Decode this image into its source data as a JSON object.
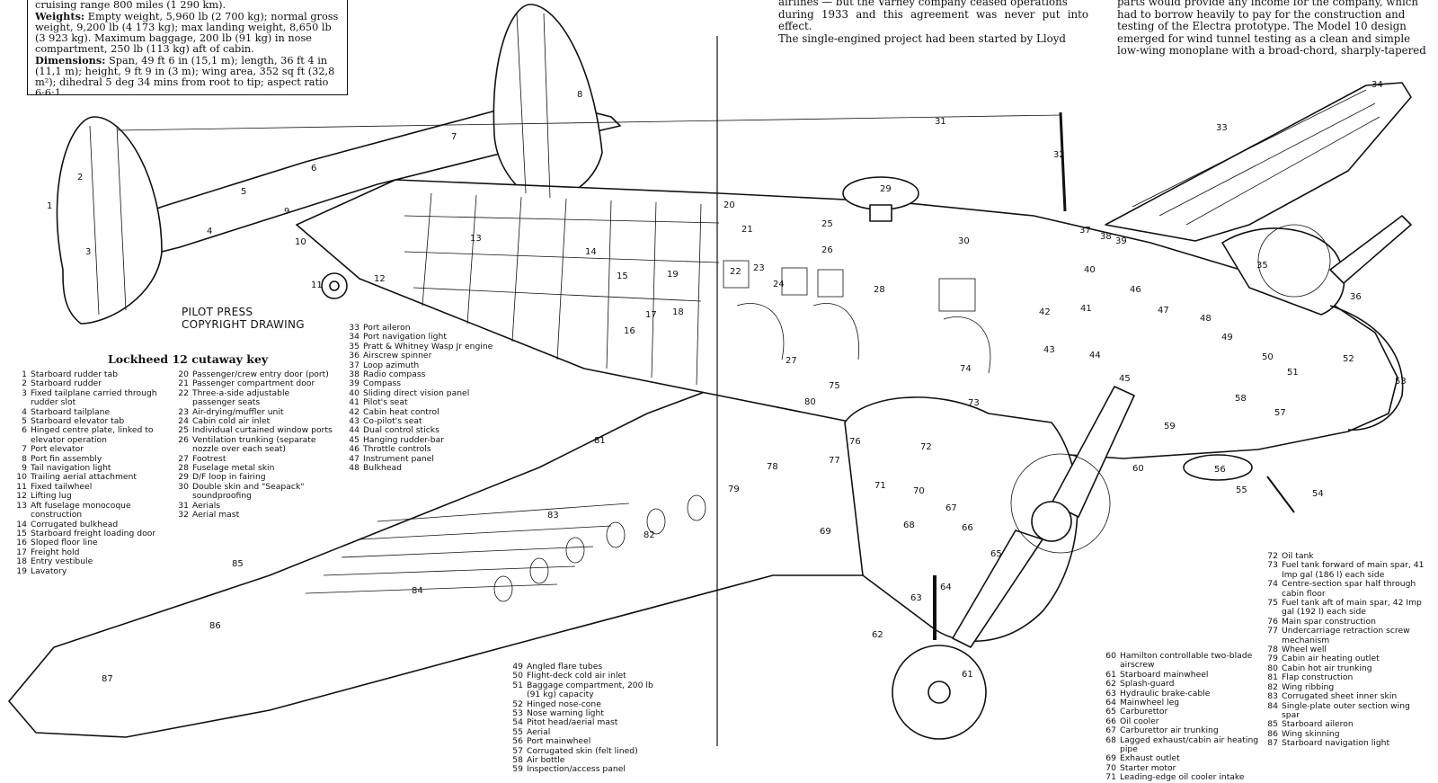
{
  "spec_box": {
    "line0": "cruising range 800 miles (1 290 km).",
    "weights_label": "Weights:",
    "weights_text": "Empty weight, 5,960 lb (2 700 kg); normal gross weight, 9,200 lb (4 173 kg); max landing weight, 8,650 lb (3 923 kg). Maximum baggage, 200 lb (91 kg) in nose compartment, 250 lb (113 kg) aft of cabin.",
    "dimensions_label": "Dimensions:",
    "dimensions_text": "Span, 49 ft 6 in (15,1 m); length, 36 ft 4 in (11,1 m); height, 9 ft 9 in (3 m); wing area, 352 sq ft (32,8 m²); dihedral 5 deg 34 mins from root to tip; aspect ratio 6·6:1."
  },
  "prose_mid": {
    "line1": "airlines — but the Varney company ceased operations",
    "line2": "during 1933 and this agreement was never put into effect.",
    "line3": "The single-engined project had been started by Lloyd"
  },
  "prose_right": {
    "line1": "parts would provide any income for the company, which",
    "line2": "had to borrow heavily to pay for the construction and",
    "line3": "testing of the Electra prototype. The Model 10 design",
    "line4": "emerged for wind tunnel testing as a clean and simple",
    "line5": "low-wing monoplane with a broad-chord, sharply-tapered"
  },
  "credit": {
    "line1": "PILOT PRESS",
    "line2": "COPYRIGHT DRAWING"
  },
  "key_title": "Lockheed 12 cutaway key",
  "key_col1": [
    {
      "n": "1",
      "t": "Starboard rudder tab"
    },
    {
      "n": "2",
      "t": "Starboard rudder"
    },
    {
      "n": "3",
      "t": "Fixed tailplane carried through rudder slot"
    },
    {
      "n": "4",
      "t": "Starboard tailplane"
    },
    {
      "n": "5",
      "t": "Starboard elevator tab"
    },
    {
      "n": "6",
      "t": "Hinged centre plate, linked to elevator operation"
    },
    {
      "n": "7",
      "t": "Port elevator"
    },
    {
      "n": "8",
      "t": "Port fin assembly"
    },
    {
      "n": "9",
      "t": "Tail navigation light"
    },
    {
      "n": "10",
      "t": "Trailing aerial attachment"
    },
    {
      "n": "11",
      "t": "Fixed tailwheel"
    },
    {
      "n": "12",
      "t": "Lifting lug"
    },
    {
      "n": "13",
      "t": "Aft fuselage monocoque construction"
    },
    {
      "n": "14",
      "t": "Corrugated bulkhead"
    },
    {
      "n": "15",
      "t": "Starboard freight loading door"
    },
    {
      "n": "16",
      "t": "Sloped floor line"
    },
    {
      "n": "17",
      "t": "Freight hold"
    },
    {
      "n": "18",
      "t": "Entry vestibule"
    },
    {
      "n": "19",
      "t": "Lavatory"
    }
  ],
  "key_col2": [
    {
      "n": "20",
      "t": "Passenger/crew entry door (port)"
    },
    {
      "n": "21",
      "t": "Passenger compartment door"
    },
    {
      "n": "22",
      "t": "Three-a-side adjustable passenger seats"
    },
    {
      "n": "23",
      "t": "Air-drying/muffler unit"
    },
    {
      "n": "24",
      "t": "Cabin cold air inlet"
    },
    {
      "n": "25",
      "t": "Individual curtained window ports"
    },
    {
      "n": "26",
      "t": "Ventilation trunking (separate nozzle over each seat)"
    },
    {
      "n": "27",
      "t": "Footrest"
    },
    {
      "n": "28",
      "t": "Fuselage metal skin"
    },
    {
      "n": "29",
      "t": "D/F loop in fairing"
    },
    {
      "n": "30",
      "t": "Double skin and \"Seapack\" soundproofing"
    },
    {
      "n": "31",
      "t": "Aerials"
    },
    {
      "n": "32",
      "t": "Aerial mast"
    }
  ],
  "key_col3": [
    {
      "n": "33",
      "t": "Port aileron"
    },
    {
      "n": "34",
      "t": "Port navigation light"
    },
    {
      "n": "35",
      "t": "Pratt & Whitney Wasp Jr engine"
    },
    {
      "n": "36",
      "t": "Airscrew spinner"
    },
    {
      "n": "37",
      "t": "Loop azimuth"
    },
    {
      "n": "38",
      "t": "Radio compass"
    },
    {
      "n": "39",
      "t": "Compass"
    },
    {
      "n": "40",
      "t": "Sliding direct vision panel"
    },
    {
      "n": "41",
      "t": "Pilot's seat"
    },
    {
      "n": "42",
      "t": "Cabin heat control"
    },
    {
      "n": "43",
      "t": "Co-pilot's seat"
    },
    {
      "n": "44",
      "t": "Dual control sticks"
    },
    {
      "n": "45",
      "t": "Hanging rudder-bar"
    },
    {
      "n": "46",
      "t": "Throttle controls"
    },
    {
      "n": "47",
      "t": "Instrument panel"
    },
    {
      "n": "48",
      "t": "Bulkhead"
    }
  ],
  "key_col4": [
    {
      "n": "49",
      "t": "Angled flare tubes"
    },
    {
      "n": "50",
      "t": "Flight-deck cold air inlet"
    },
    {
      "n": "51",
      "t": "Baggage compartment, 200 lb (91 kg) capacity"
    },
    {
      "n": "52",
      "t": "Hinged nose-cone"
    },
    {
      "n": "53",
      "t": "Nose warning light"
    },
    {
      "n": "54",
      "t": "Pitot head/aerial mast"
    },
    {
      "n": "55",
      "t": "Aerial"
    },
    {
      "n": "56",
      "t": "Port mainwheel"
    },
    {
      "n": "57",
      "t": "Corrugated skin (felt lined)"
    },
    {
      "n": "58",
      "t": "Air bottle"
    },
    {
      "n": "59",
      "t": "Inspection/access panel"
    }
  ],
  "key_col5": [
    {
      "n": "60",
      "t": "Hamilton controllable two-blade airscrew"
    },
    {
      "n": "61",
      "t": "Starboard mainwheel"
    },
    {
      "n": "62",
      "t": "Splash-guard"
    },
    {
      "n": "63",
      "t": "Hydraulic brake-cable"
    },
    {
      "n": "64",
      "t": "Mainwheel leg"
    },
    {
      "n": "65",
      "t": "Carburettor"
    },
    {
      "n": "66",
      "t": "Oil cooler"
    },
    {
      "n": "67",
      "t": "Carburettor air trunking"
    },
    {
      "n": "68",
      "t": "Lagged exhaust/cabin air heating pipe"
    },
    {
      "n": "69",
      "t": "Exhaust outlet"
    },
    {
      "n": "70",
      "t": "Starter motor"
    },
    {
      "n": "71",
      "t": "Leading-edge oil cooler intake"
    }
  ],
  "key_col6": [
    {
      "n": "72",
      "t": "Oil tank"
    },
    {
      "n": "73",
      "t": "Fuel tank forward of main spar, 41 Imp gal (186 l) each side"
    },
    {
      "n": "74",
      "t": "Centre-section spar half through cabin floor"
    },
    {
      "n": "75",
      "t": "Fuel tank aft of main spar, 42 Imp gal (192 l) each side"
    },
    {
      "n": "76",
      "t": "Main spar construction"
    },
    {
      "n": "77",
      "t": "Undercarriage retraction screw mechanism"
    },
    {
      "n": "78",
      "t": "Wheel well"
    },
    {
      "n": "79",
      "t": "Cabin air heating outlet"
    },
    {
      "n": "80",
      "t": "Cabin hot air trunking"
    },
    {
      "n": "81",
      "t": "Flap construction"
    },
    {
      "n": "82",
      "t": "Wing ribbing"
    },
    {
      "n": "83",
      "t": "Corrugated sheet inner skin"
    },
    {
      "n": "84",
      "t": "Single-plate outer section wing spar"
    },
    {
      "n": "85",
      "t": "Starboard aileron"
    },
    {
      "n": "86",
      "t": "Wing skinning"
    },
    {
      "n": "87",
      "t": "Starboard navigation light"
    }
  ],
  "callouts": [
    "1",
    "2",
    "3",
    "4",
    "5",
    "6",
    "7",
    "8",
    "9",
    "10",
    "11",
    "12",
    "13",
    "14",
    "15",
    "16",
    "17",
    "18",
    "19",
    "20",
    "21",
    "22",
    "23",
    "24",
    "25",
    "26",
    "27",
    "28",
    "29",
    "30",
    "31",
    "32",
    "33",
    "34",
    "35",
    "36",
    "37",
    "38",
    "39",
    "40",
    "41",
    "42",
    "43",
    "44",
    "45",
    "46",
    "47",
    "48",
    "49",
    "50",
    "51",
    "52",
    "53",
    "54",
    "55",
    "56",
    "57",
    "58",
    "59",
    "60",
    "61",
    "62",
    "63",
    "64",
    "65",
    "66",
    "67",
    "68",
    "69",
    "70",
    "71",
    "72",
    "73",
    "74",
    "75",
    "76",
    "77",
    "78",
    "79",
    "80",
    "81",
    "82",
    "83",
    "84",
    "85",
    "86",
    "87"
  ]
}
